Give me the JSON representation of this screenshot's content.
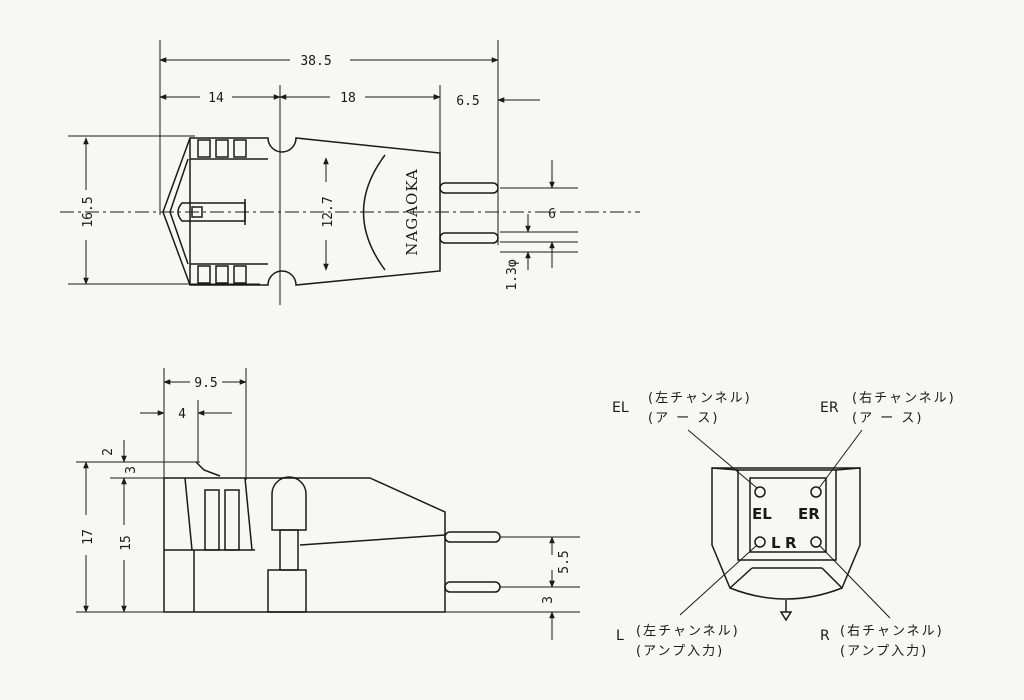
{
  "brand": "NAGAOKA",
  "top_view": {
    "dims": {
      "overall_length": "38.5",
      "front_length": "14",
      "body_length": "18",
      "pin_length": "6.5",
      "width": "16.5",
      "mount_spacing": "12.7",
      "pin_spacing": "6",
      "pin_diameter": "1.3φ"
    }
  },
  "side_view": {
    "dims": {
      "stylus_offset": "9.5",
      "tip_offset": "4",
      "tip_height": "2",
      "top_gap": "3",
      "total_height": "17",
      "body_height": "15",
      "pin_spacing": "5.5",
      "pin_offset": "3"
    }
  },
  "rear_view": {
    "pin_labels": {
      "el": "EL",
      "er": "ER",
      "l": "L",
      "r": "R"
    },
    "callouts": {
      "el": {
        "code": "EL",
        "line1": "(左チャンネル)",
        "line2": "(ア ー ス)"
      },
      "er": {
        "code": "ER",
        "line1": "(右チャンネル)",
        "line2": "(ア ー ス)"
      },
      "l": {
        "code": "L",
        "line1": "(左チャンネル)",
        "line2": "(アンプ入力)"
      },
      "r": {
        "code": "R",
        "line1": "(右チャンネル)",
        "line2": "(アンプ入力)"
      }
    }
  }
}
